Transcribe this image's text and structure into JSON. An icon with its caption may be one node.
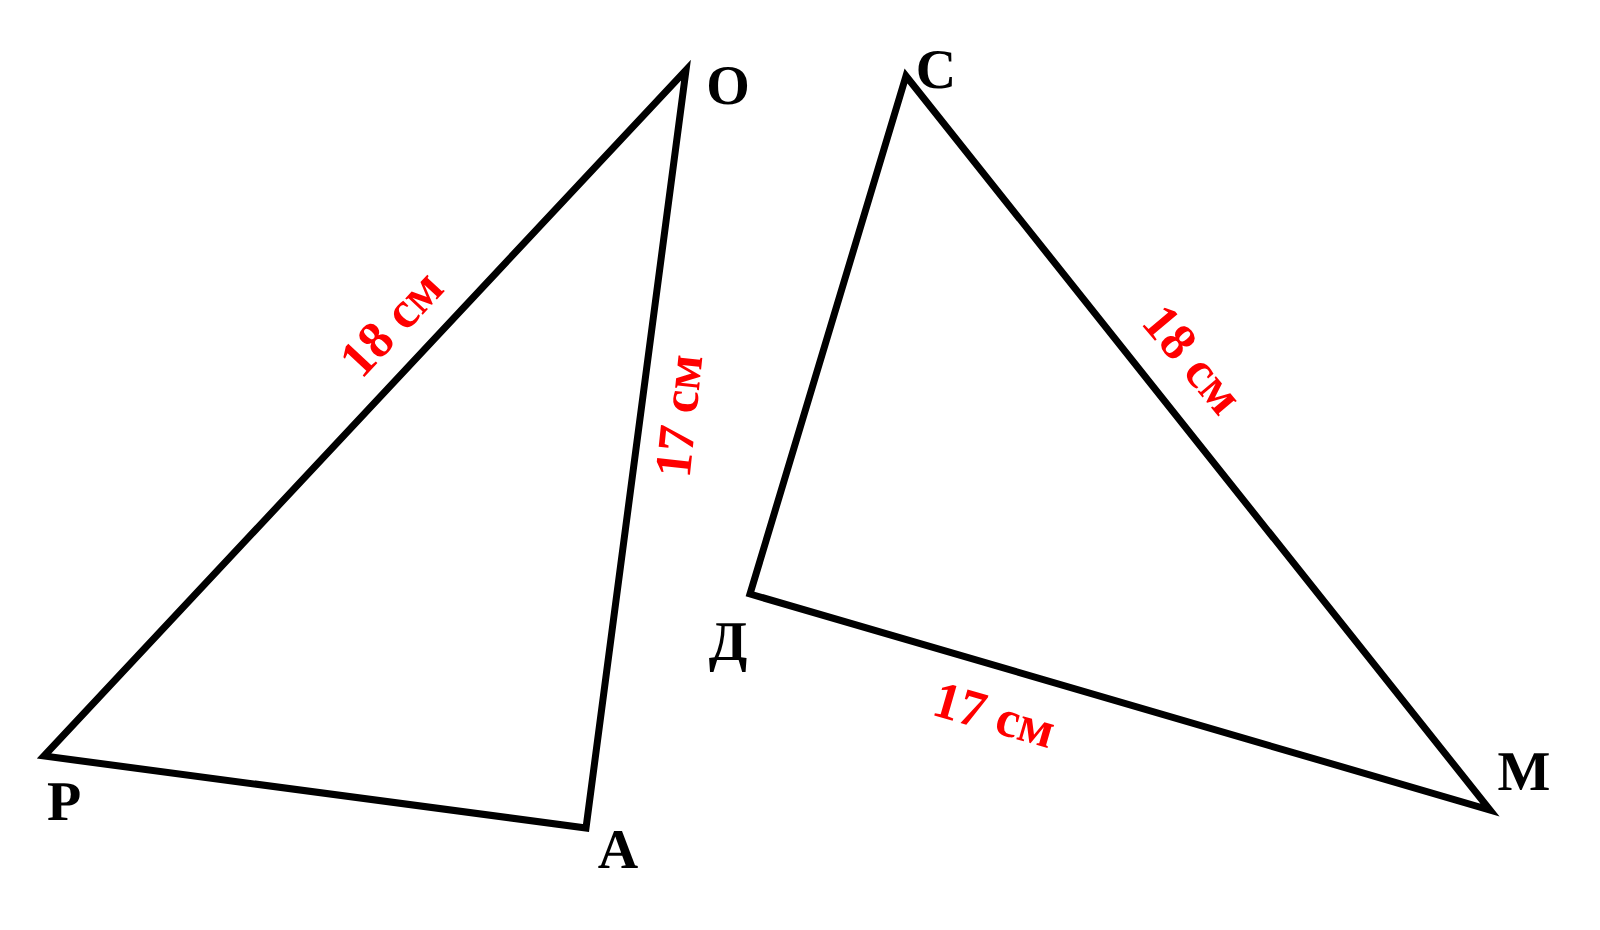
{
  "diagram": {
    "labels": [
      "О",
      "С",
      "18 см",
      "18 см",
      "17 см",
      "Д",
      "17 см",
      "Р",
      "М",
      "А"
    ]
  }
}
